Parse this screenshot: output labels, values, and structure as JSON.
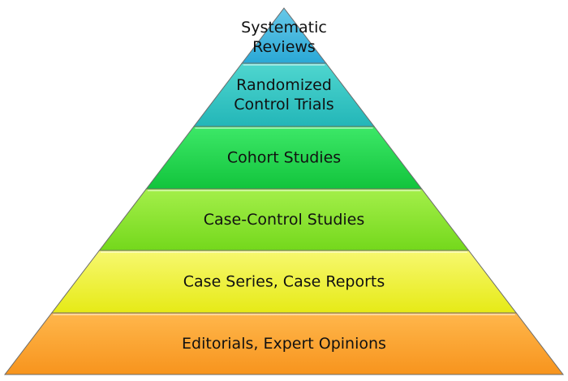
{
  "diagram": {
    "type": "pyramid",
    "tiers": [
      {
        "lines": [
          "Systematic",
          "Reviews"
        ],
        "color_top": "#67c8e8",
        "color_bottom": "#2aa8d6"
      },
      {
        "lines": [
          "Randomized",
          "Control Trials"
        ],
        "color_top": "#4fd6cf",
        "color_bottom": "#23b6b8"
      },
      {
        "lines": [
          "Cohort Studies"
        ],
        "color_top": "#3de868",
        "color_bottom": "#12c43c"
      },
      {
        "lines": [
          "Case-Control Studies"
        ],
        "color_top": "#a4ef4a",
        "color_bottom": "#74d81c"
      },
      {
        "lines": [
          "Case Series, Case Reports"
        ],
        "color_top": "#f7f870",
        "color_bottom": "#e6ea16"
      },
      {
        "lines": [
          "Editorials, Expert Opinions"
        ],
        "color_top": "#ffb74c",
        "color_bottom": "#f7941d"
      }
    ]
  }
}
